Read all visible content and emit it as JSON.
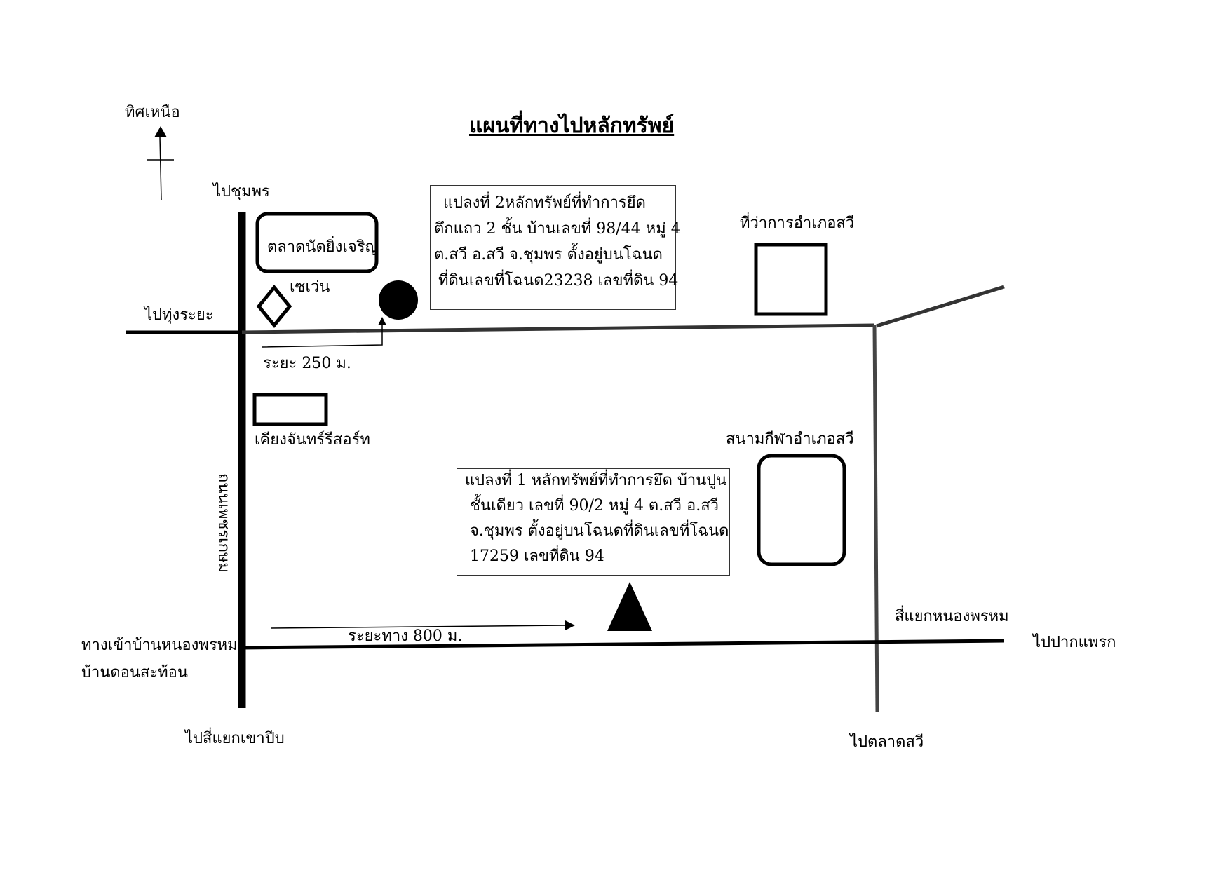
{
  "title": "แผนที่ทางไปหลักทรัพย์",
  "north_label": "ทิศเหนือ",
  "directions": {
    "to_chumphon": "ไปชุมพร",
    "to_thung_rayae": "ไปทุ่งระยะ",
    "to_sae_khao_pib": "ไปสี่แยกเขาปีบ",
    "to_talat_sawi": "ไปตลาดสวี",
    "to_pak_phraek": "ไปปากแพรก"
  },
  "road_name": "ถนนเพชรเกษม",
  "places": {
    "market": "ตลาดนัดยิ่งเจริญ",
    "seven": "เซเว่น",
    "resort": "เคียงจันทร์รีสอร์ท",
    "district_office": "ที่ว่าการอำเภอสวี",
    "stadium": "สนามกีฬาอำเภอสวี",
    "intersection": "สี่แยกหนองพรหม",
    "village_entrance_line1": "ทางเข้าบ้านหนองพรหม",
    "village_entrance_line2": "บ้านดอนสะท้อน"
  },
  "distances": {
    "d250": "ระยะ 250 ม.",
    "d800": "ระยะทาง 800 ม."
  },
  "plot2_lines": [
    "แปลงที่ 2หลักทรัพย์ที่ทำการยึด",
    "ตึกแถว 2 ชั้น บ้านเลขที่ 98/44 หมู่ 4",
    "ต.สวี อ.สวี   จ.ชุมพร ตั้งอยู่บนโฉนด",
    "ที่ดินเลขที่โฉนด23238 เลขที่ดิน 94"
  ],
  "plot1_lines": [
    "แปลงที่ 1 หลักทรัพย์ที่ทำการยึด บ้านปูน",
    "ชั้นเดียว เลขที่ 90/2 หมู่ 4 ต.สวี อ.สวี",
    "จ.ชุมพร ตั้งอยู่บนโฉนดที่ดินเลขที่โฉนด",
    "17259 เลขที่ดิน 94"
  ]
}
